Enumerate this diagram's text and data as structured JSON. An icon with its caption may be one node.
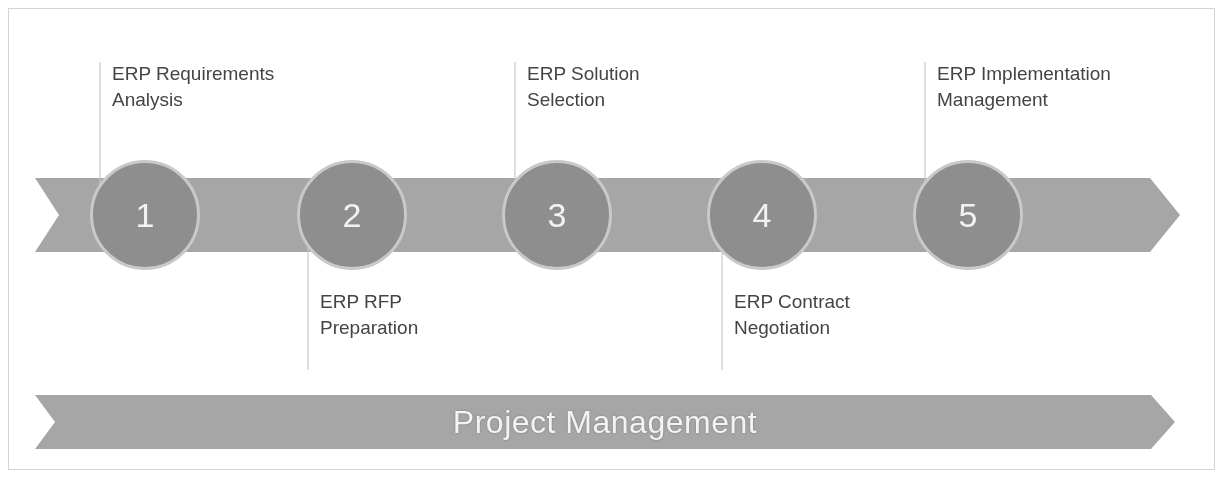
{
  "diagram": {
    "nodes": [
      {
        "text": [],
        "shape": "arrow"
      },
      {
        "text": [
          "1"
        ]
      },
      {
        "text": [
          "2"
        ]
      },
      {
        "text": [
          "3"
        ]
      },
      {
        "text": [
          "4"
        ]
      },
      {
        "text": [
          "5"
        ]
      },
      {
        "text": [
          "ERP Requirements Analysis"
        ]
      },
      {
        "text": [
          "ERP RFP Preparation"
        ]
      },
      {
        "text": [
          "ERP Solution Selection"
        ]
      },
      {
        "text": [
          "ERP Contract Negotiation"
        ]
      },
      {
        "text": [
          "ERP Implementation Management"
        ]
      },
      {
        "text": [
          "Project Management"
        ]
      }
    ],
    "edges": [
      {
        "from": 6,
        "to": 1,
        "arrow": "none"
      },
      {
        "from": 2,
        "to": 7,
        "arrow": "none"
      },
      {
        "from": 8,
        "to": 3,
        "arrow": "none"
      },
      {
        "from": 4,
        "to": 9,
        "arrow": "none"
      },
      {
        "from": 10,
        "to": 5,
        "arrow": "none"
      }
    ]
  }
}
